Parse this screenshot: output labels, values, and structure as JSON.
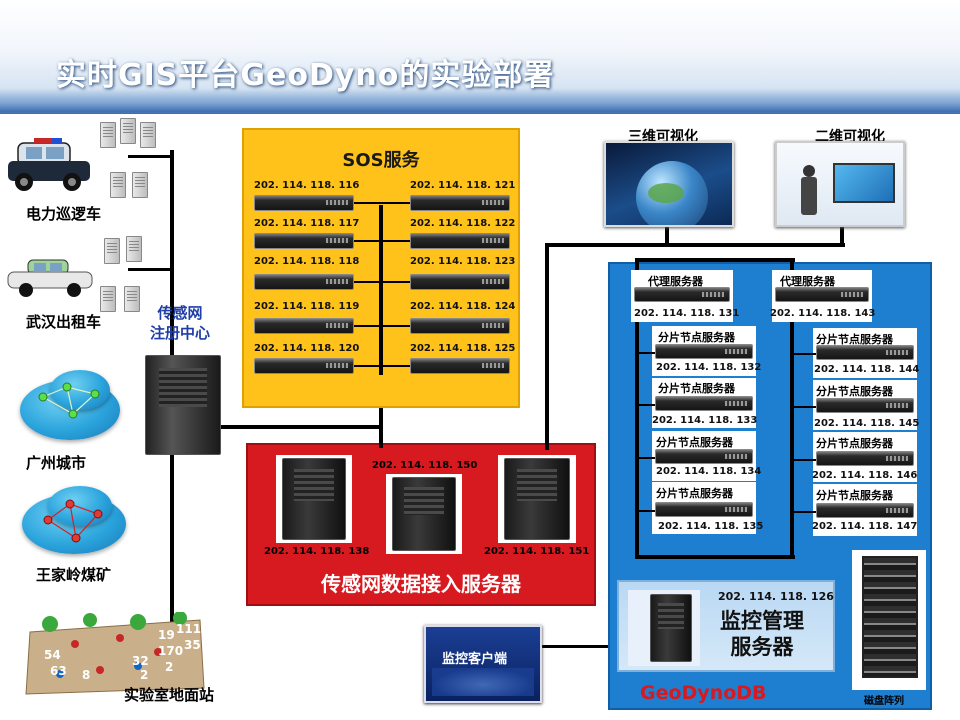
{
  "slide": {
    "title": "实时GIS平台GeoDyno的实验部署"
  },
  "left": {
    "patrol_car": "电力巡逻车",
    "taxi": "武汉出租车",
    "registry_center": "传感网\n注册中心",
    "guangzhou": "广州城市",
    "coal_mine": "王家岭煤矿",
    "lab_station": "实验室地面站",
    "soil_numbers": [
      "54",
      "63",
      "8",
      "32",
      "2",
      "19",
      "170",
      "35",
      "111",
      "2"
    ]
  },
  "sos": {
    "title": "SOS服务",
    "left_ips": [
      "202. 114. 118. 116",
      "202. 114. 118. 117",
      "202. 114. 118. 118",
      "202. 114. 118. 119",
      "202. 114. 118. 120"
    ],
    "right_ips": [
      "202. 114. 118. 121",
      "202. 114. 118. 122",
      "202. 114. 118. 123",
      "202. 114. 118. 124",
      "202. 114. 118. 125"
    ]
  },
  "ingest": {
    "title": "传感网数据接入服务器",
    "ips": [
      "202. 114. 118. 138",
      "202. 114. 118. 150",
      "202. 114. 118. 151"
    ]
  },
  "viz": {
    "three_d": "三维可视化",
    "two_d": "二维可视化"
  },
  "geodyno": {
    "title": "GeoDynoDB",
    "proxy_label": "代理服务器",
    "proxy_ips": [
      "202. 114. 118. 131",
      "202. 114. 118. 143"
    ],
    "shard_label": "分片节点服务器",
    "left_shard_ips": [
      "202. 114. 118. 132",
      "202. 114. 118. 133",
      "202. 114. 118. 134",
      "202. 114. 118. 135"
    ],
    "right_shard_ips": [
      "202. 114. 118. 144",
      "202. 114. 118. 145",
      "202. 114. 118. 146",
      "202. 114. 118. 147"
    ],
    "monitor_ip": "202. 114. 118. 126",
    "monitor_title": "监控管理\n服务器",
    "disk_array": "磁盘阵列"
  },
  "monitor_client": "监控客户端",
  "colors": {
    "sos_fill": "#ffc21a",
    "ingest_fill": "#d71920",
    "geodyno_fill": "#1e7fd0",
    "label_blue": "#1f3ea8",
    "ingest_text": "#ffffff"
  }
}
